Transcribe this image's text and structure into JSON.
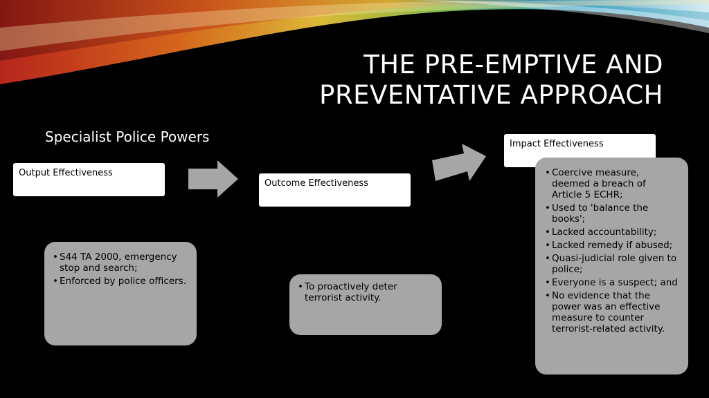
{
  "slide": {
    "title_line1": "The pre-emptive and",
    "title_line2": "preventative approach",
    "subtitle": "Specialist Police Powers"
  },
  "stages": {
    "output": {
      "label": "Output Effectiveness",
      "bullets": [
        "S44 TA 2000, emergency stop and search;",
        "Enforced by police officers."
      ]
    },
    "outcome": {
      "label": "Outcome Effectiveness",
      "bullets": [
        "To proactively deter terrorist activity."
      ]
    },
    "impact": {
      "label": "Impact Effectiveness",
      "bullets": [
        "Coercive measure, deemed a breach of Article 5 ECHR;",
        "Used to 'balance the books';",
        "Lacked accountability;",
        "Lacked remedy if abused;",
        "Quasi-judicial role given to police;",
        "Everyone is a suspect; and",
        "No evidence that the power was an effective measure to counter terrorist-related activity."
      ]
    }
  },
  "colors": {
    "background": "#000000",
    "box_grey": "#a6a6a6",
    "arrow_grey": "#a6a6a6"
  }
}
